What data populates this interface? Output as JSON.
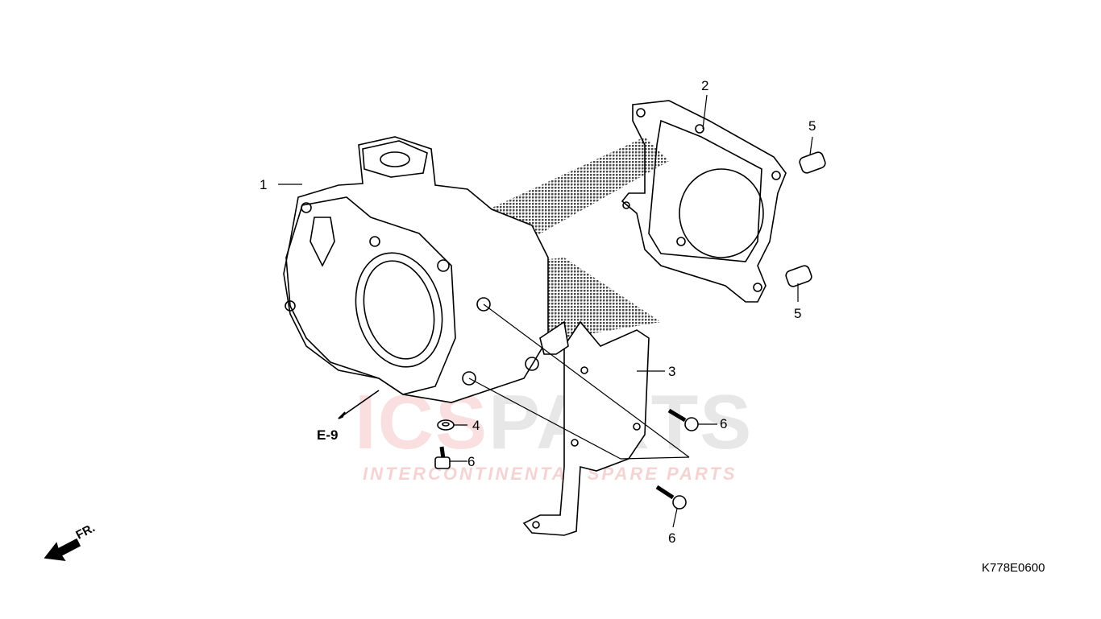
{
  "diagram": {
    "callouts": [
      {
        "id": "1",
        "label": "1"
      },
      {
        "id": "2",
        "label": "2"
      },
      {
        "id": "3",
        "label": "3"
      },
      {
        "id": "4",
        "label": "4"
      },
      {
        "id": "5a",
        "label": "5"
      },
      {
        "id": "5b",
        "label": "5"
      },
      {
        "id": "6a",
        "label": "6"
      },
      {
        "id": "6b",
        "label": "6"
      },
      {
        "id": "6c",
        "label": "6"
      }
    ],
    "reference": "E-9",
    "direction": "FR.",
    "drawing_code": "K778E0600"
  },
  "watermark": {
    "brand_red": "ICS",
    "brand_grey": "PARTS",
    "tagline": "INTERCONTINENTAL SPARE PARTS"
  },
  "colors": {
    "line": "#000000",
    "watermark_red": "#dc5050"
  }
}
